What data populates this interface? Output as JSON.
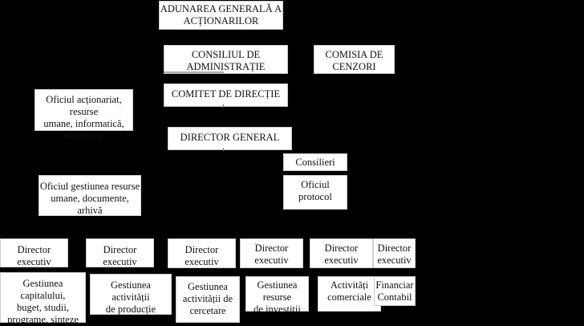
{
  "nodes": {
    "adunarea": [
      "ADUNAREA GENERALĂ A",
      "ACȚIONARILOR"
    ],
    "consiliul": [
      "CONSILIUL DE",
      "ADMINISTRAȚIE"
    ],
    "comisia": [
      "COMISIA DE",
      "CENZORI"
    ],
    "comitet": [
      "COMITET DE DIRECȚIE"
    ],
    "oficiul_actionariat": [
      "Oficiul acționariat, resurse",
      "umane, informatică,",
      "secretariat"
    ],
    "director_general": [
      "DIRECTOR GENERAL"
    ],
    "consilieri": [
      "Consilieri"
    ],
    "oficiul_protocol": [
      "Oficiul protocol"
    ],
    "oficiul_gestiunea": [
      "Oficiul gestiunea resurse",
      "umane, documente, arhivă"
    ]
  },
  "directors": [
    [
      "Director executiv"
    ],
    [
      "Director executiv"
    ],
    [
      "Director executiv"
    ],
    [
      "Director",
      "executiv"
    ],
    [
      "Director",
      "executiv"
    ],
    [
      "Director",
      "executiv"
    ]
  ],
  "departments": [
    [
      "Gestiunea capitalului,",
      "buget, studii,",
      "programe, sinteze"
    ],
    [
      "Gestiunea activității",
      "de producție"
    ],
    [
      "Gestiunea",
      "activității de",
      "cercetare"
    ],
    [
      "Gestiunea resurse",
      "de investiții"
    ],
    [
      "Activități",
      "comerciale"
    ],
    [
      "Financiar",
      "Contabil"
    ]
  ]
}
